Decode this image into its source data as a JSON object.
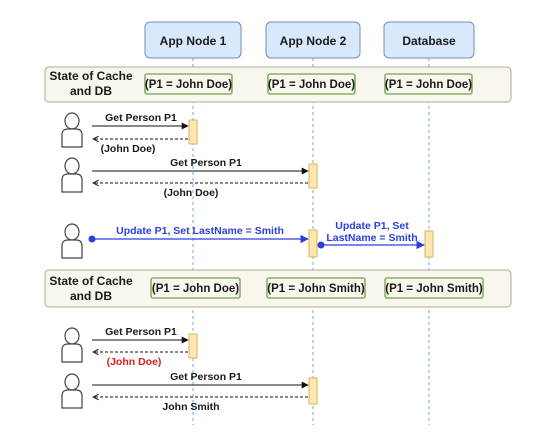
{
  "nodes": {
    "app_node_1": "App Node  1",
    "app_node_2": "App Node 2",
    "database": "Database"
  },
  "state_1": {
    "title_line1": "State of Cache",
    "title_line2": "and DB",
    "node1": "(P1 = John Doe)",
    "node2": "(P1 = John Doe)",
    "db": "(P1 = John Doe)"
  },
  "state_2": {
    "title_line1": "State of Cache",
    "title_line2": "and DB",
    "node1": "(P1 = John Doe)",
    "node2": "(P1 = John Smith)",
    "db": "(P1 = John Smith)"
  },
  "messages": {
    "m1_request": "Get Person P1",
    "m1_return": "(John Doe)",
    "m2_request": "Get Person P1",
    "m2_return": "(John Doe)",
    "update_request": "Update P1, Set LastName = Smith",
    "update_db_line1": "Update P1, Set",
    "update_db_line2": "LastName = Smith",
    "m3_request": "Get Person P1",
    "m3_return": "(John Doe)",
    "m4_request": "Get Person P1",
    "m4_return": "John Smith"
  },
  "colors": {
    "node_fill": "#dae8fc",
    "node_stroke": "#6c8ebf",
    "lifeline": "#7ea6e0",
    "activation_fill": "#ffe6b3",
    "activation_stroke": "#d6b656",
    "state_fill": "#f9f7ed",
    "state_stroke": "#b0ab92",
    "state_box_stroke": "#82b366",
    "update_blue": "#2a3fe0",
    "stale_red": "#e01b1b"
  }
}
